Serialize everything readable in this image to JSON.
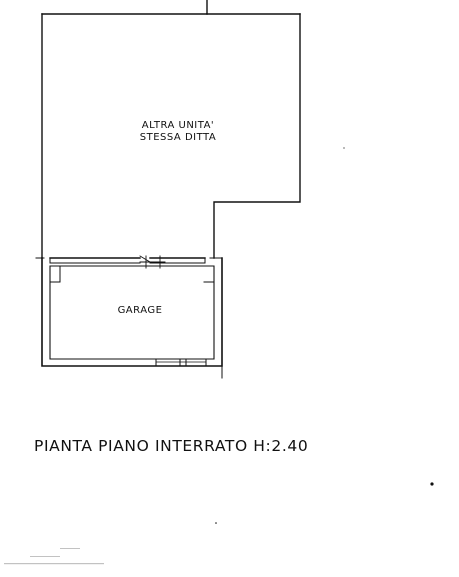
{
  "rooms": {
    "other_unit": {
      "line1": "ALTRA UNITA'",
      "line2": "STESSA DITTA"
    },
    "garage": {
      "label": "GARAGE"
    }
  },
  "title": "PIANTA PIANO INTERRATO H:2.40",
  "colors": {
    "ink": "#111111",
    "background": "#ffffff"
  }
}
